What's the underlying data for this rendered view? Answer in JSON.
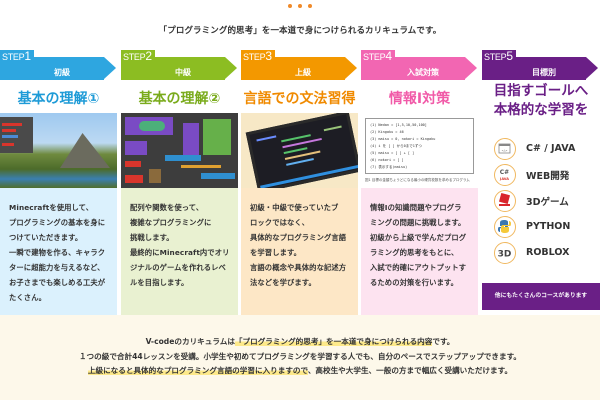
{
  "header": {
    "lead": "「プログラミング的思考」を一本道で身につけられるカリキュラムです。"
  },
  "steps": [
    {
      "step_word": "STEP",
      "step_num": "1",
      "level": "初級",
      "title": "基本の理解①",
      "color": "#2ea6e0",
      "image": "minecraft-screenshot",
      "desc": [
        "Minecraftを使用して、",
        "プログラミングの基本を身に",
        "つけていただきます。",
        "一瞬で建物を作る、キャラク",
        "ターに超能力を与えるなど、",
        "お子さまでも楽しめる工夫が",
        "たくさん。"
      ]
    },
    {
      "step_word": "STEP",
      "step_num": "2",
      "level": "中級",
      "title": "基本の理解②",
      "color": "#8cbd22",
      "image": "block-programming-screenshot",
      "desc": [
        "配列や関数を使って、",
        "複雑なプログラミングに",
        "挑戦します。",
        "最終的にMinecraft内でオリ",
        "ジナルのゲームを作れるレベ",
        "ルを目指します。"
      ]
    },
    {
      "step_word": "STEP",
      "step_num": "3",
      "level": "上級",
      "title": "言語での文法習得",
      "color": "#f39800",
      "image": "laptop-code-photo",
      "desc": [
        "初級・中級で使っていたブ",
        "ロックではなく、",
        "具体的なプログラミング言語",
        "を学習します。",
        "言語の概念や具体的な記述方",
        "法などを学びます。"
      ]
    },
    {
      "step_word": "STEP",
      "step_num": "4",
      "level": "入試対策",
      "title": "情報Ⅰ対策",
      "color": "#f266b2",
      "image": "exam-program-figure",
      "code_lines": [
        "(1) Nedan = [1,5,10,50,100]",
        "(2) Kingaku = 46",
        "(3) maisu = 0, nokori = Kingaku",
        "(4) i を [ ] から0まで1ずつ",
        "(5)   maisu = [ ] + [ ]",
        "(6)   nokori = [ ]",
        "(7) 表示する(maisu)"
      ],
      "caption": "図1 目標の金額ちょうどになる最小の硬貨枚数を求めるプログラム",
      "desc": [
        "情報Ⅰの知識問題やプログラ",
        "ミングの問題に挑戦します。",
        "初級から上級で学んだプログ",
        "ラミング的思考をもとに、",
        "入試で的確にアウトプットす",
        "るための対策を行います。"
      ]
    },
    {
      "step_word": "STEP",
      "step_num": "5",
      "level": "目標別",
      "goal_lines": [
        "目指すゴールへ",
        "本格的な学習を"
      ],
      "color": "#6a1f86",
      "languages": [
        {
          "name": "C# / JAVA",
          "icon": "code-window-icon"
        },
        {
          "name": "WEB開発",
          "icon": "csharp-java-icon"
        },
        {
          "name": "3Dゲーム",
          "icon": "roblox-logo-icon"
        },
        {
          "name": "PYTHON",
          "icon": "python-logo-icon"
        },
        {
          "name": "ROBLOX",
          "icon": "3d-icon"
        }
      ],
      "more": "他にもたくさんのコースがあります"
    }
  ],
  "bottom": {
    "line1_pre": "V-codeのカリキュラムは",
    "line1_hl": "「プログラミング的思考」を一本道で身につけられる内容",
    "line1_post": "です。",
    "line2": "１つの級で合計44レッスンを受講。小学生や初めてプログラミングを学習する人でも、自分のペースでステップアップできます。",
    "line3_hl": "上級になると具体的なプログラミング言語の学習に入りますので",
    "line3_post": "、高校生や大学生、一般の方まで幅広く受講いただけます。"
  },
  "colors": {
    "accent_dots": "#f08a2a",
    "bottom_bg": "#fdf8ea",
    "highlight": "#fde98a"
  }
}
